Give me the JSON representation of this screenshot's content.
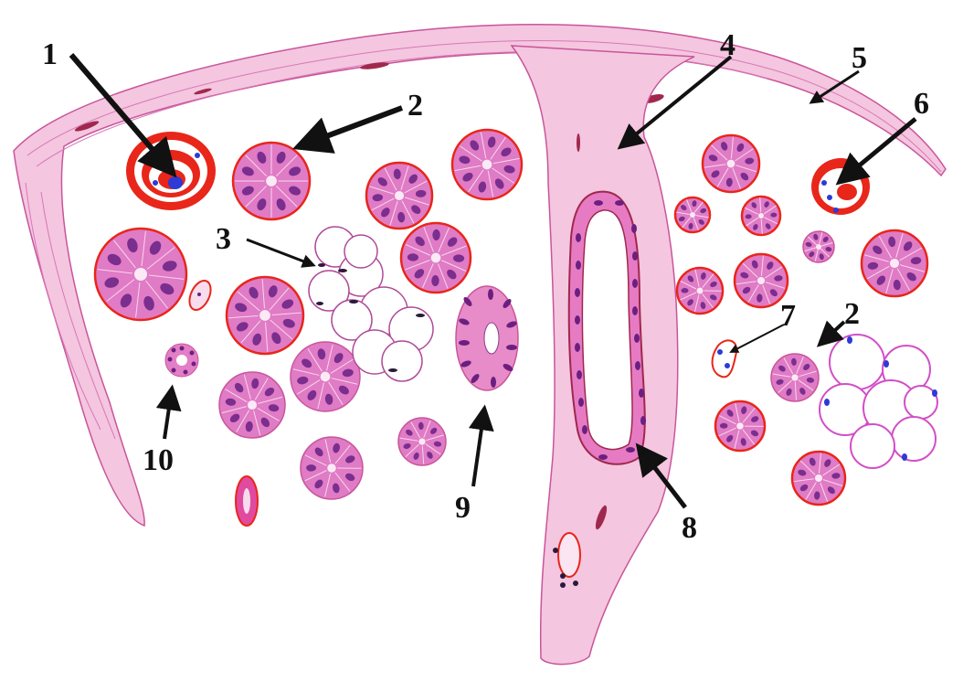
{
  "figure": {
    "labels": [
      {
        "id": "1",
        "text": "1"
      },
      {
        "id": "2a",
        "text": "2"
      },
      {
        "id": "3",
        "text": "3"
      },
      {
        "id": "4",
        "text": "4"
      },
      {
        "id": "5",
        "text": "5"
      },
      {
        "id": "6",
        "text": "6"
      },
      {
        "id": "7",
        "text": "7"
      },
      {
        "id": "2b",
        "text": "2"
      },
      {
        "id": "8",
        "text": "8"
      },
      {
        "id": "9",
        "text": "9"
      },
      {
        "id": "10",
        "text": "10"
      }
    ],
    "colors": {
      "stroma": "#f4c6e0",
      "stroma_edge": "#c9559a",
      "capsule_line": "#d877b5",
      "acinus_fill": "#e07bc5",
      "acinus_border": "#e8261a",
      "nucleus": "#7a2e8e",
      "fat_cell": "#ffffff",
      "fat_border": "#b04a98",
      "blue_nucleus": "#2d3ad6",
      "duct_fill": "#f7dced",
      "arrow": "#111111"
    }
  }
}
